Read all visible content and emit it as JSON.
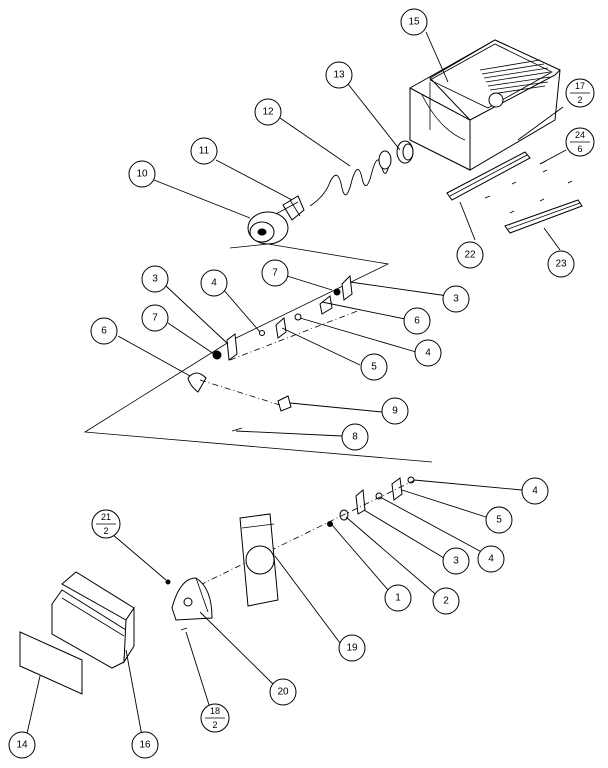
{
  "callouts": {
    "c1": "1",
    "c2": "2",
    "c3a": "3",
    "c3b": "3",
    "c3c": "3",
    "c4a": "4",
    "c4b": "4",
    "c4c": "4",
    "c4d": "4",
    "c5a": "5",
    "c5b": "5",
    "c6a": "6",
    "c6b": "6",
    "c7a": "7",
    "c7b": "7",
    "c8": "8",
    "c9": "9",
    "c10": "10",
    "c11": "11",
    "c12": "12",
    "c13": "13",
    "c14": "14",
    "c15": "15",
    "c16": "16",
    "c19": "19",
    "c20": "20",
    "c22": "22",
    "c23": "23"
  },
  "fractions": {
    "f17": {
      "top": "17",
      "bottom": "2"
    },
    "f24": {
      "top": "24",
      "bottom": "6"
    },
    "f21": {
      "top": "21",
      "bottom": "2"
    },
    "f18": {
      "top": "18",
      "bottom": "2"
    }
  }
}
